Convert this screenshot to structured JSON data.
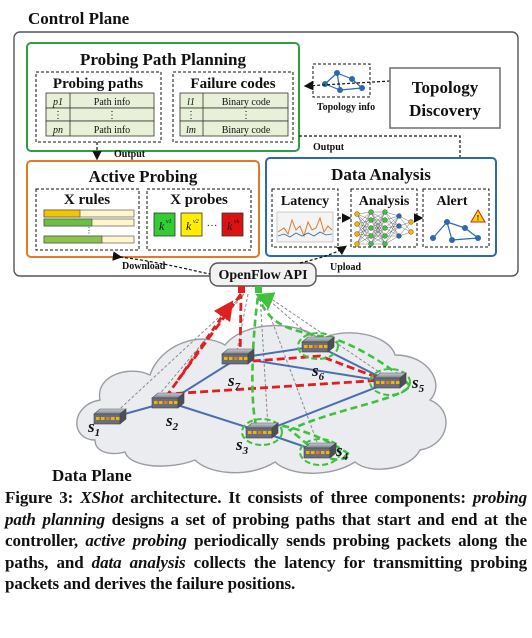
{
  "control_plane": {
    "title": "Control Plane"
  },
  "ppp": {
    "title": "Probing Path Planning",
    "paths": {
      "title": "Probing paths",
      "rows": [
        [
          "p1",
          "Path info"
        ],
        [
          "⋮",
          "⋮"
        ],
        [
          "pn",
          "Path info"
        ]
      ]
    },
    "codes": {
      "title": "Failure codes",
      "rows": [
        [
          "l1",
          "Binary code"
        ],
        [
          "⋮",
          "⋮"
        ],
        [
          "lm",
          "Binary code"
        ]
      ]
    }
  },
  "topology": {
    "line1": "Topology",
    "line2": "Discovery",
    "info_label": "Topology info"
  },
  "labels": {
    "output_left": "Output",
    "output_right": "Output",
    "download": "Download",
    "upload": "Upload"
  },
  "active": {
    "title": "Active Probing",
    "rules_title": "X rules",
    "probes_title": "X probes",
    "probes": [
      "k",
      "k",
      "k"
    ],
    "probe_subs": [
      "v1",
      "v2",
      "vk"
    ],
    "probe_colors": [
      "#33cc33",
      "#ffee00",
      "#dd1111"
    ]
  },
  "analysis": {
    "title": "Data Analysis",
    "latency": "Latency",
    "analysis": "Analysis",
    "alert": "Alert"
  },
  "openflow": {
    "label": "OpenFlow API"
  },
  "data_plane": {
    "title": "Data Plane",
    "switches": [
      {
        "name": "s",
        "sub": "1"
      },
      {
        "name": "s",
        "sub": "2"
      },
      {
        "name": "s",
        "sub": "3"
      },
      {
        "name": "s",
        "sub": "4"
      },
      {
        "name": "s",
        "sub": "5"
      },
      {
        "name": "s",
        "sub": "6"
      },
      {
        "name": "s",
        "sub": "7"
      }
    ]
  },
  "colors": {
    "ppp": "#2e9e45",
    "active": "#e07b25",
    "analysis": "#2a6bb0",
    "red_path": "#e02020",
    "green_path": "#3ec23e"
  },
  "caption": {
    "prefix": "Figure 3: ",
    "name": "XShot",
    "s1": " architecture. It consists of three components: ",
    "c1": "probing path planning",
    "s2": " designs a set of probing paths that start and end at the controller, ",
    "c2": "active probing",
    "s3": " periodically sends probing packets along the paths, and ",
    "c3": "data analysis",
    "s4": " collects the latency for transmitting probing packets and derives the failure positions."
  }
}
